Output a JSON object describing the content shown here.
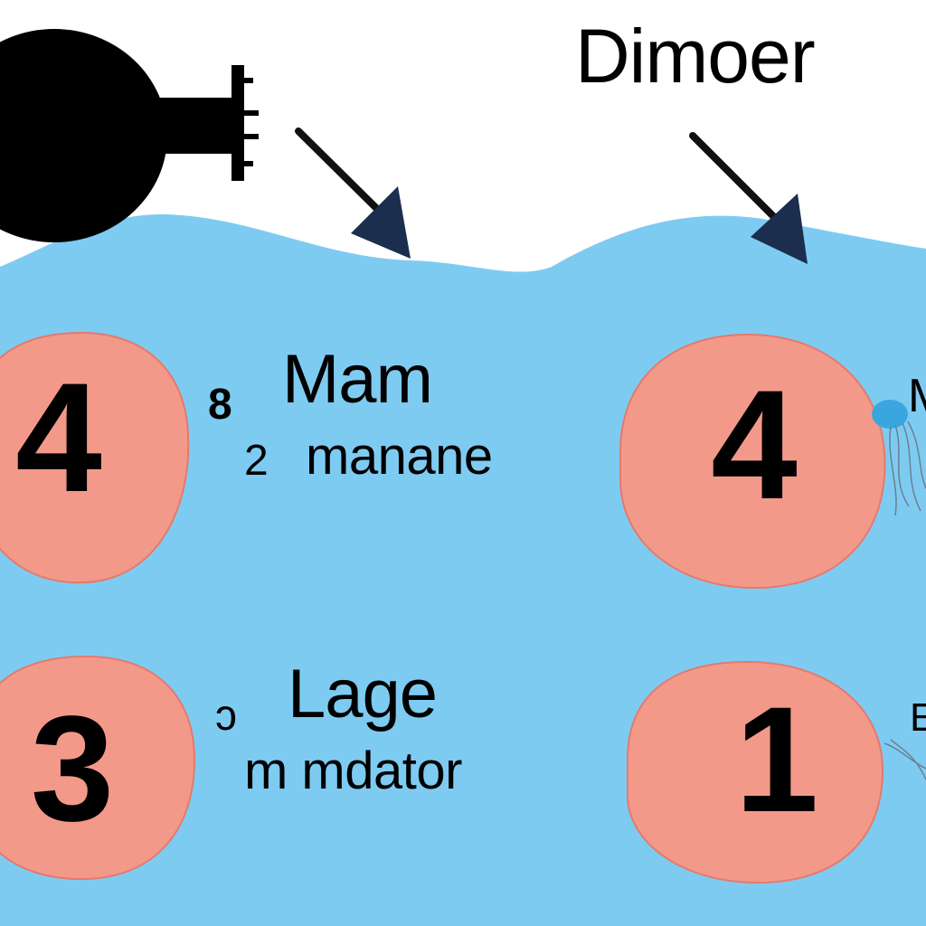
{
  "title": "Dimoer",
  "colors": {
    "water": "#7ecbf2",
    "circle": "#f3998a",
    "circle_stroke": "#e47a6c",
    "ink": "#000000",
    "arrow": "#1c2e4e"
  },
  "icons": {
    "device": "speaker-device-icon",
    "arrow": "arrow-down-right-icon",
    "creature": "jellyfish-icon"
  },
  "circles": [
    {
      "value": "4"
    },
    {
      "value": "4"
    },
    {
      "value": "3"
    },
    {
      "value": "1"
    }
  ],
  "upper_text": {
    "mark_a": "8",
    "mark_b": "2",
    "word_a": "Mam",
    "word_b": "manane"
  },
  "lower_text": {
    "mark_a": "ɔ",
    "word_a": "Lage",
    "word_b": "m mdator"
  },
  "right_edge_marks": {
    "upper": "M",
    "lower": "E"
  }
}
